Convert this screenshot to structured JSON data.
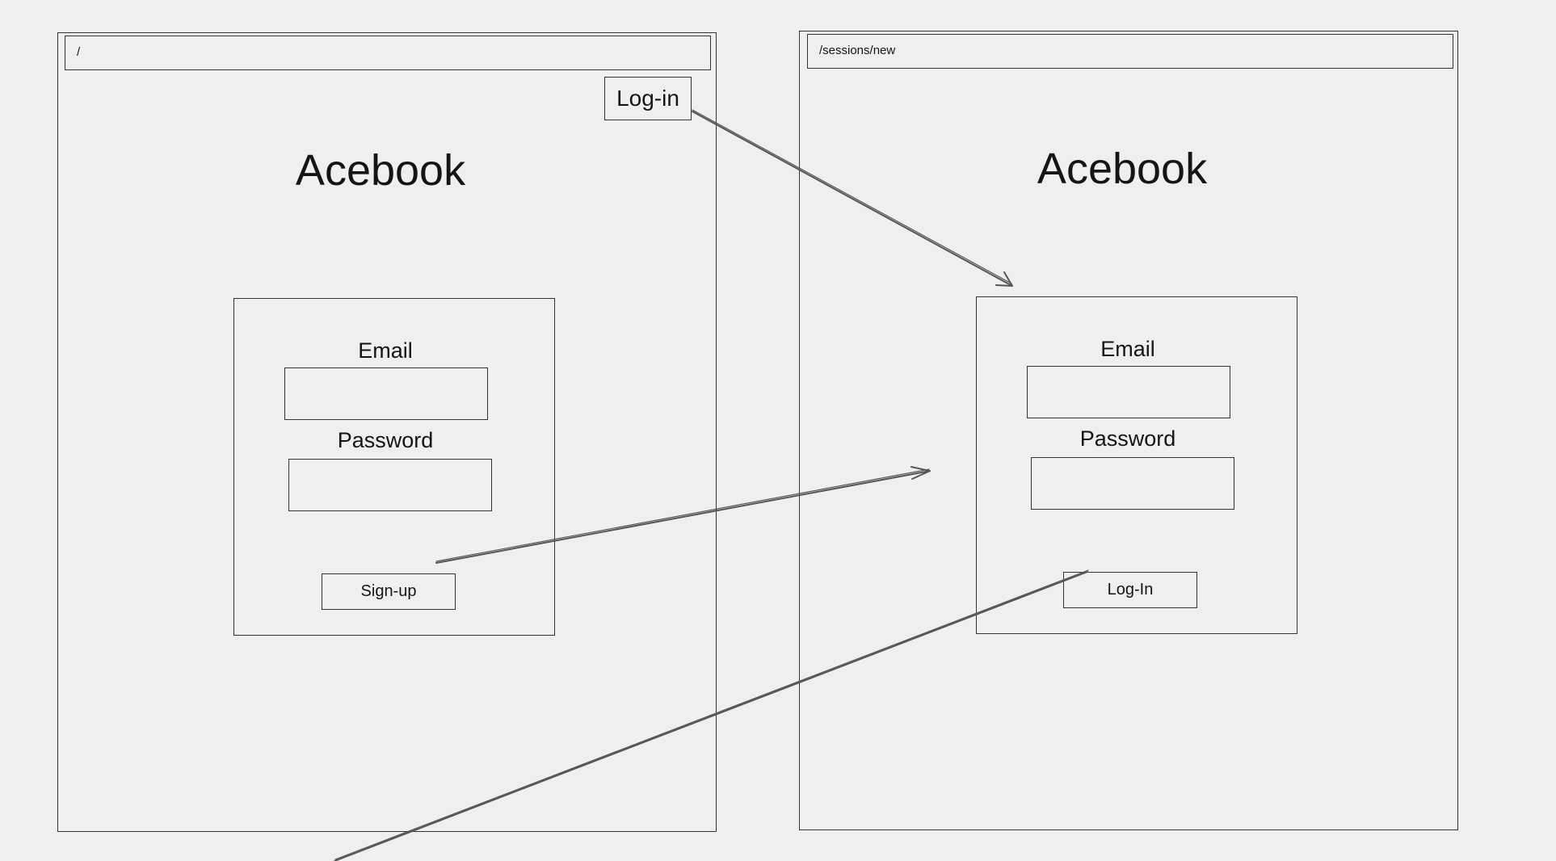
{
  "screens": [
    {
      "url": "/",
      "title": "Acebook",
      "nav_button": "Log-in",
      "form": {
        "email_label": "Email",
        "password_label": "Password",
        "submit_label": "Sign-up"
      }
    },
    {
      "url": "/sessions/new",
      "title": "Acebook",
      "form": {
        "email_label": "Email",
        "password_label": "Password",
        "submit_label": "Log-In"
      }
    }
  ],
  "arrows": [
    {
      "from": "Log-in",
      "to": "/sessions/new form"
    },
    {
      "from": "Sign-up",
      "to": "/sessions/new"
    },
    {
      "from": "Log-In",
      "to": "off-screen"
    }
  ]
}
